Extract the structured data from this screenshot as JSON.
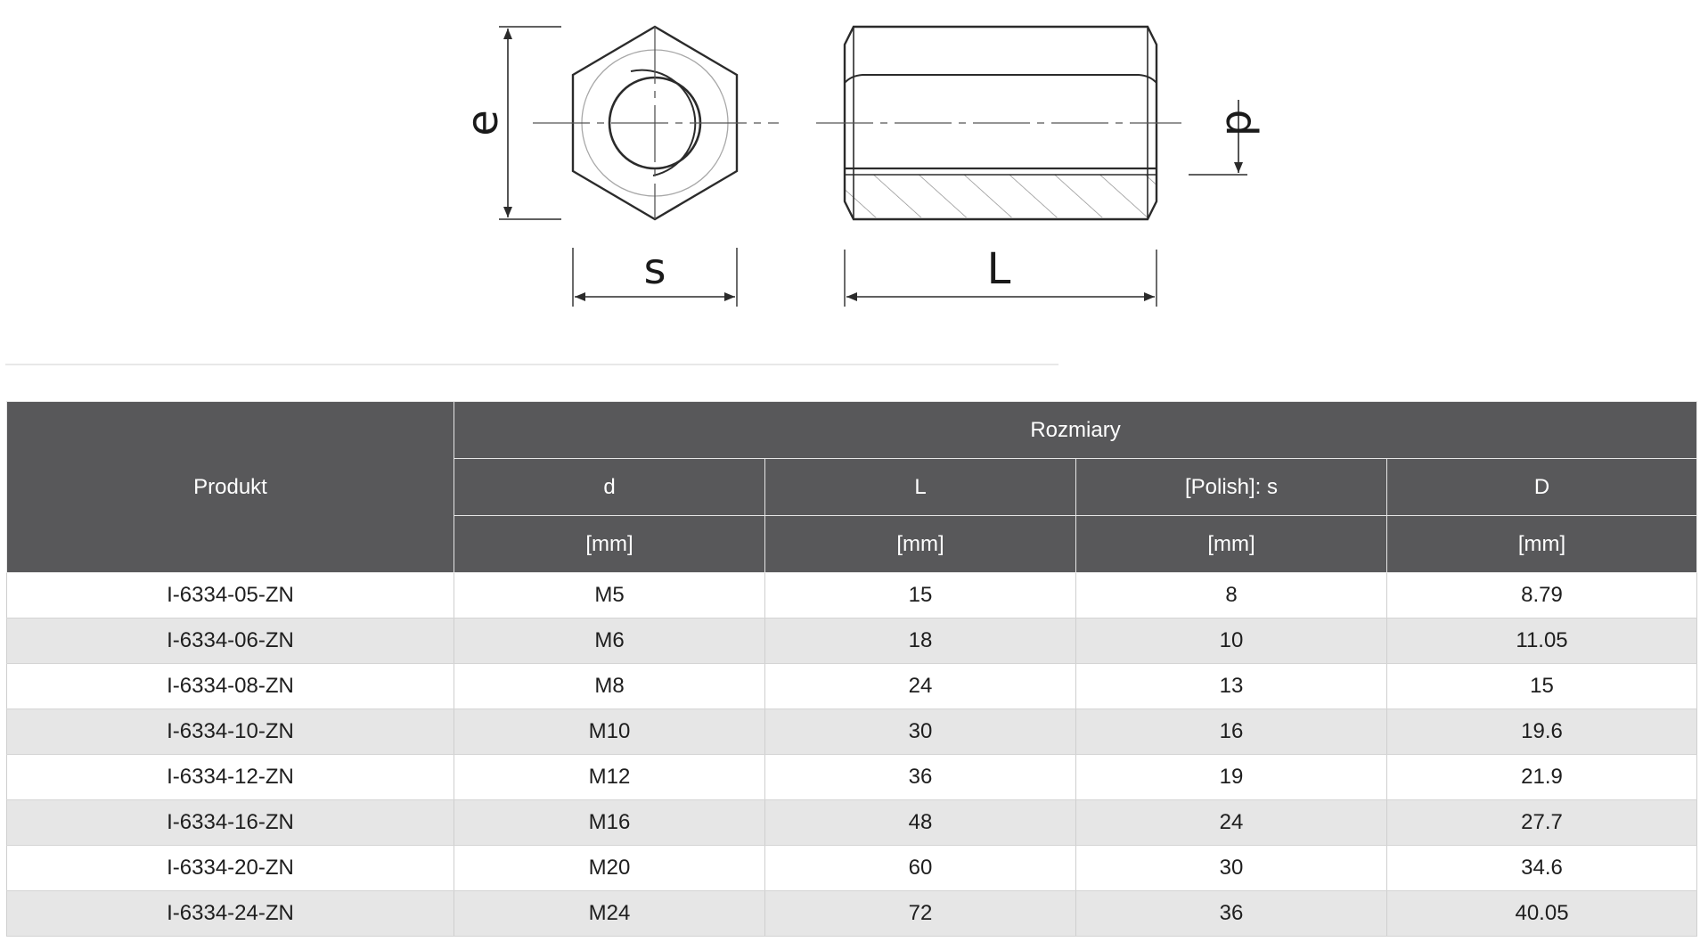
{
  "drawing": {
    "labels": {
      "e": "e",
      "s": "s",
      "d": "d",
      "L": "L"
    },
    "colors": {
      "line": "#2b2b2b",
      "thin": "#9a9a9a"
    }
  },
  "table": {
    "header": {
      "product": "Produkt",
      "group": "Rozmiary",
      "columns": [
        {
          "name": "d",
          "unit": "[mm]"
        },
        {
          "name": "L",
          "unit": "[mm]"
        },
        {
          "name": "[Polish]: s",
          "unit": "[mm]"
        },
        {
          "name": "D",
          "unit": "[mm]"
        }
      ]
    },
    "rows": [
      {
        "product": "I-6334-05-ZN",
        "d": "M5",
        "L": "15",
        "s": "8",
        "D": "8.79"
      },
      {
        "product": "I-6334-06-ZN",
        "d": "M6",
        "L": "18",
        "s": "10",
        "D": "11.05"
      },
      {
        "product": "I-6334-08-ZN",
        "d": "M8",
        "L": "24",
        "s": "13",
        "D": "15"
      },
      {
        "product": "I-6334-10-ZN",
        "d": "M10",
        "L": "30",
        "s": "16",
        "D": "19.6"
      },
      {
        "product": "I-6334-12-ZN",
        "d": "M12",
        "L": "36",
        "s": "19",
        "D": "21.9"
      },
      {
        "product": "I-6334-16-ZN",
        "d": "M16",
        "L": "48",
        "s": "24",
        "D": "27.7"
      },
      {
        "product": "I-6334-20-ZN",
        "d": "M20",
        "L": "60",
        "s": "30",
        "D": "34.6"
      },
      {
        "product": "I-6334-24-ZN",
        "d": "M24",
        "L": "72",
        "s": "36",
        "D": "40.05"
      }
    ],
    "colors": {
      "header_bg": "#58585a",
      "header_text": "#ffffff",
      "row_alt_bg": "#e6e6e6"
    }
  }
}
